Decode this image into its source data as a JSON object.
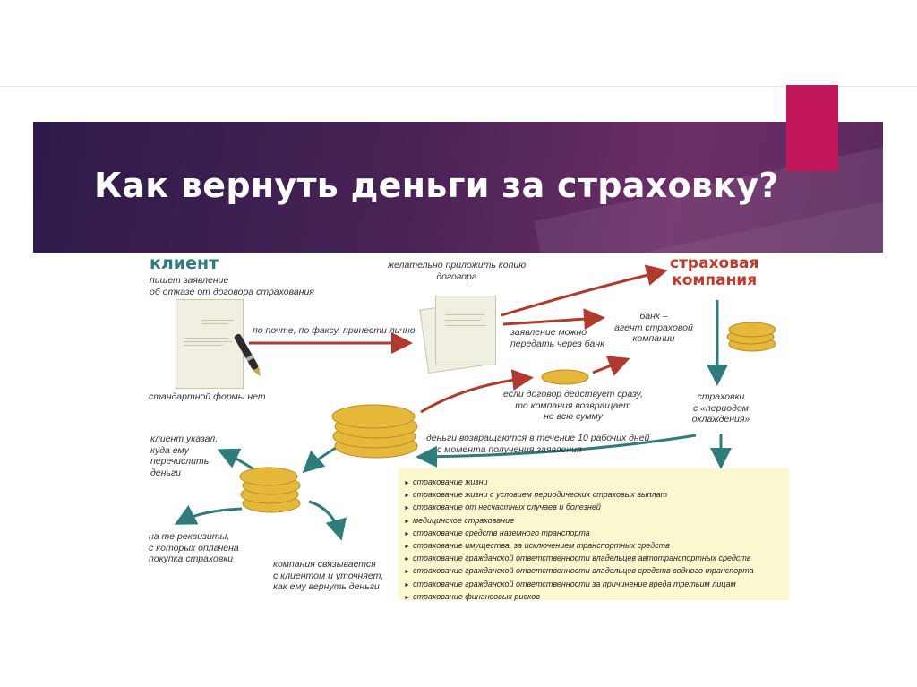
{
  "slide": {
    "title": "Как вернуть деньги за страховку?"
  },
  "diagram": {
    "client_label": "клиент",
    "client_writes": [
      "пишет заявление",
      "об отказе от договора страхования"
    ],
    "no_standard_form": "стандартной формы нет",
    "send_method": "по почте, по факсу, принести лично",
    "attach_contract": [
      "желательно приложить копию",
      "договора"
    ],
    "company_label": [
      "страховая",
      "компания"
    ],
    "via_bank": [
      "заявление можно",
      "передать через банк"
    ],
    "bank_agent": [
      "банк –",
      "агент страховой",
      "компании"
    ],
    "cooling_period": [
      "страховки",
      "с «периодом",
      "охлаждения»"
    ],
    "if_effective": [
      "если договор действует сразу,",
      "то компания возвращает",
      "не всю сумму"
    ],
    "refund_time": [
      "деньги возвращаются в течение 10 рабочих дней",
      "с момента получения заявления"
    ],
    "client_specified": [
      "клиент указал,",
      "куда ему",
      "перечислить",
      "деньги"
    ],
    "same_details": [
      "на те реквизиты,",
      "с которых оплачена",
      "покупка страховки"
    ],
    "company_contacts": [
      "компания связывается",
      "с клиентом и уточняет,",
      "как ему вернуть деньги"
    ],
    "insurance_types": [
      "страхование жизни",
      "страхование жизни с условием периодических страховых выплат",
      "страхование от несчастных случаев и болезней",
      "медицинское страхование",
      "страхование средств наземного транспорта",
      "страхование имущества, за исключением транспортных средств",
      "страхование гражданской ответственности владельцев автотранспортных средств",
      "страхование гражданской ответственности владельцев средств водного транспорта",
      "страхование гражданской ответственности за причинение вреда третьим лицам",
      "страхование финансовых рисков"
    ],
    "colors": {
      "red_arrow": "#b03a2e",
      "teal_arrow": "#2e7d7a",
      "coin": "#e6b83a",
      "banner": "#4a2356",
      "accent": "#c2185b"
    }
  }
}
